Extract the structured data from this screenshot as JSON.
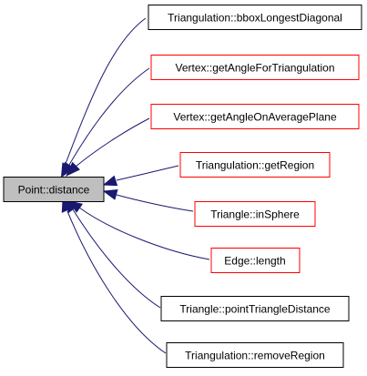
{
  "diagram": {
    "root": {
      "label": "Point::distance",
      "fill": "#bfbfbf",
      "stroke": "#000000"
    },
    "callers": [
      {
        "label": "Triangulation::bboxLongestDiagonal",
        "stroke": "#000000"
      },
      {
        "label": "Vertex::getAngleForTriangulation",
        "stroke": "#ff0000"
      },
      {
        "label": "Vertex::getAngleOnAveragePlane",
        "stroke": "#ff0000"
      },
      {
        "label": "Triangulation::getRegion",
        "stroke": "#ff0000"
      },
      {
        "label": "Triangle::inSphere",
        "stroke": "#ff0000"
      },
      {
        "label": "Edge::length",
        "stroke": "#ff0000"
      },
      {
        "label": "Triangle::pointTriangleDistance",
        "stroke": "#000000"
      },
      {
        "label": "Triangulation::removeRegion",
        "stroke": "#000000"
      }
    ],
    "edge_color": "#191970"
  }
}
